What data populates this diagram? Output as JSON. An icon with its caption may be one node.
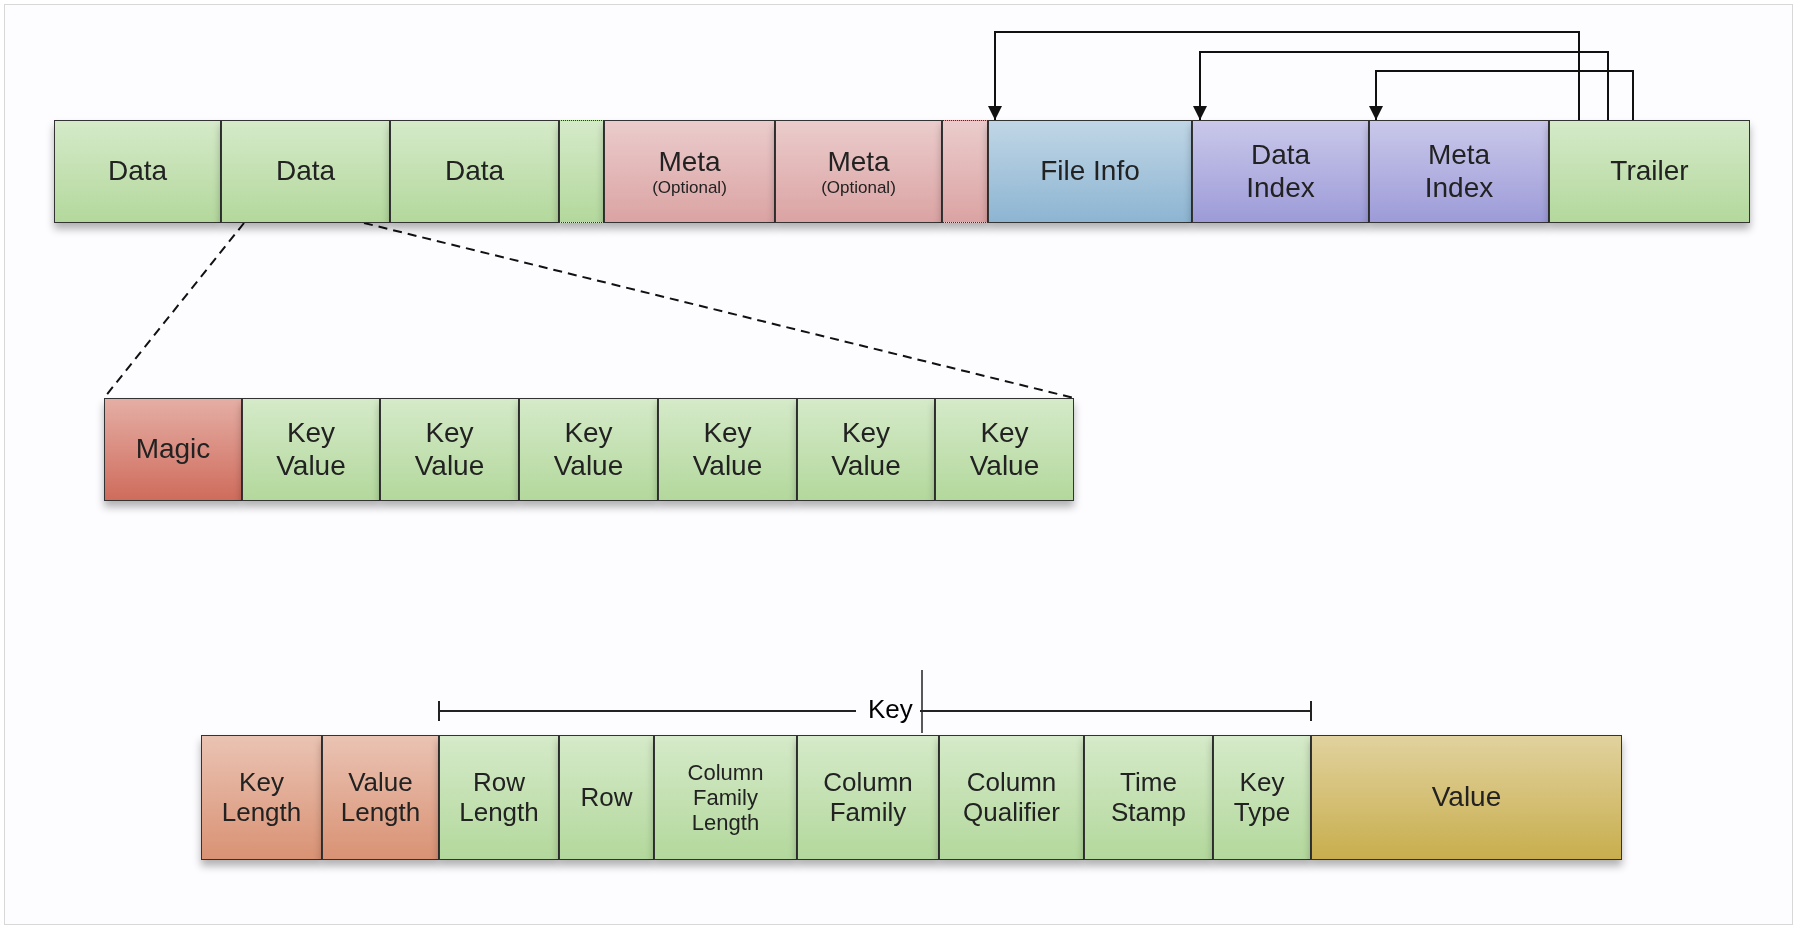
{
  "diagram": {
    "nodes": [
      {
        "text": [
          "Data"
        ]
      },
      {
        "text": [
          "Data"
        ]
      },
      {
        "text": [
          "Data"
        ]
      },
      {
        "text": [],
        "shape": "box"
      },
      {
        "text": [
          "Meta",
          "(Optional)"
        ]
      },
      {
        "text": [
          "Meta",
          "(Optional)"
        ]
      },
      {
        "text": [],
        "shape": "box"
      },
      {
        "text": [
          "File Info"
        ]
      },
      {
        "text": [
          "Data Index"
        ]
      },
      {
        "text": [
          "Meta Index"
        ]
      },
      {
        "text": [
          "Trailer"
        ]
      },
      {
        "text": [
          "Magic"
        ]
      },
      {
        "text": [
          "Key Value"
        ]
      },
      {
        "text": [
          "Key Value"
        ]
      },
      {
        "text": [
          "Key Value"
        ]
      },
      {
        "text": [
          "Key Value"
        ]
      },
      {
        "text": [
          "Key Value"
        ]
      },
      {
        "text": [
          "Key Value"
        ]
      },
      {
        "text": [
          "Key Length"
        ]
      },
      {
        "text": [
          "Value Length"
        ]
      },
      {
        "text": [
          "Row Length"
        ]
      },
      {
        "text": [
          "Row"
        ]
      },
      {
        "text": [
          "Column Family Length"
        ]
      },
      {
        "text": [
          "Column Family"
        ]
      },
      {
        "text": [
          "Column Qualifier"
        ]
      },
      {
        "text": [
          "Time Stamp"
        ]
      },
      {
        "text": [
          "Key Type"
        ]
      },
      {
        "text": [
          "Value"
        ]
      }
    ],
    "edges": [
      {
        "from": 10,
        "to": 7,
        "arrow": "to"
      },
      {
        "from": 10,
        "to": 8,
        "arrow": "to"
      },
      {
        "from": 10,
        "to": 9,
        "arrow": "to"
      },
      {
        "from": 1,
        "to": 11,
        "arrow": "none",
        "style": "dashed"
      },
      {
        "from": 1,
        "to": 17,
        "arrow": "none",
        "style": "dashed"
      }
    ],
    "labels": [
      "Key"
    ]
  }
}
